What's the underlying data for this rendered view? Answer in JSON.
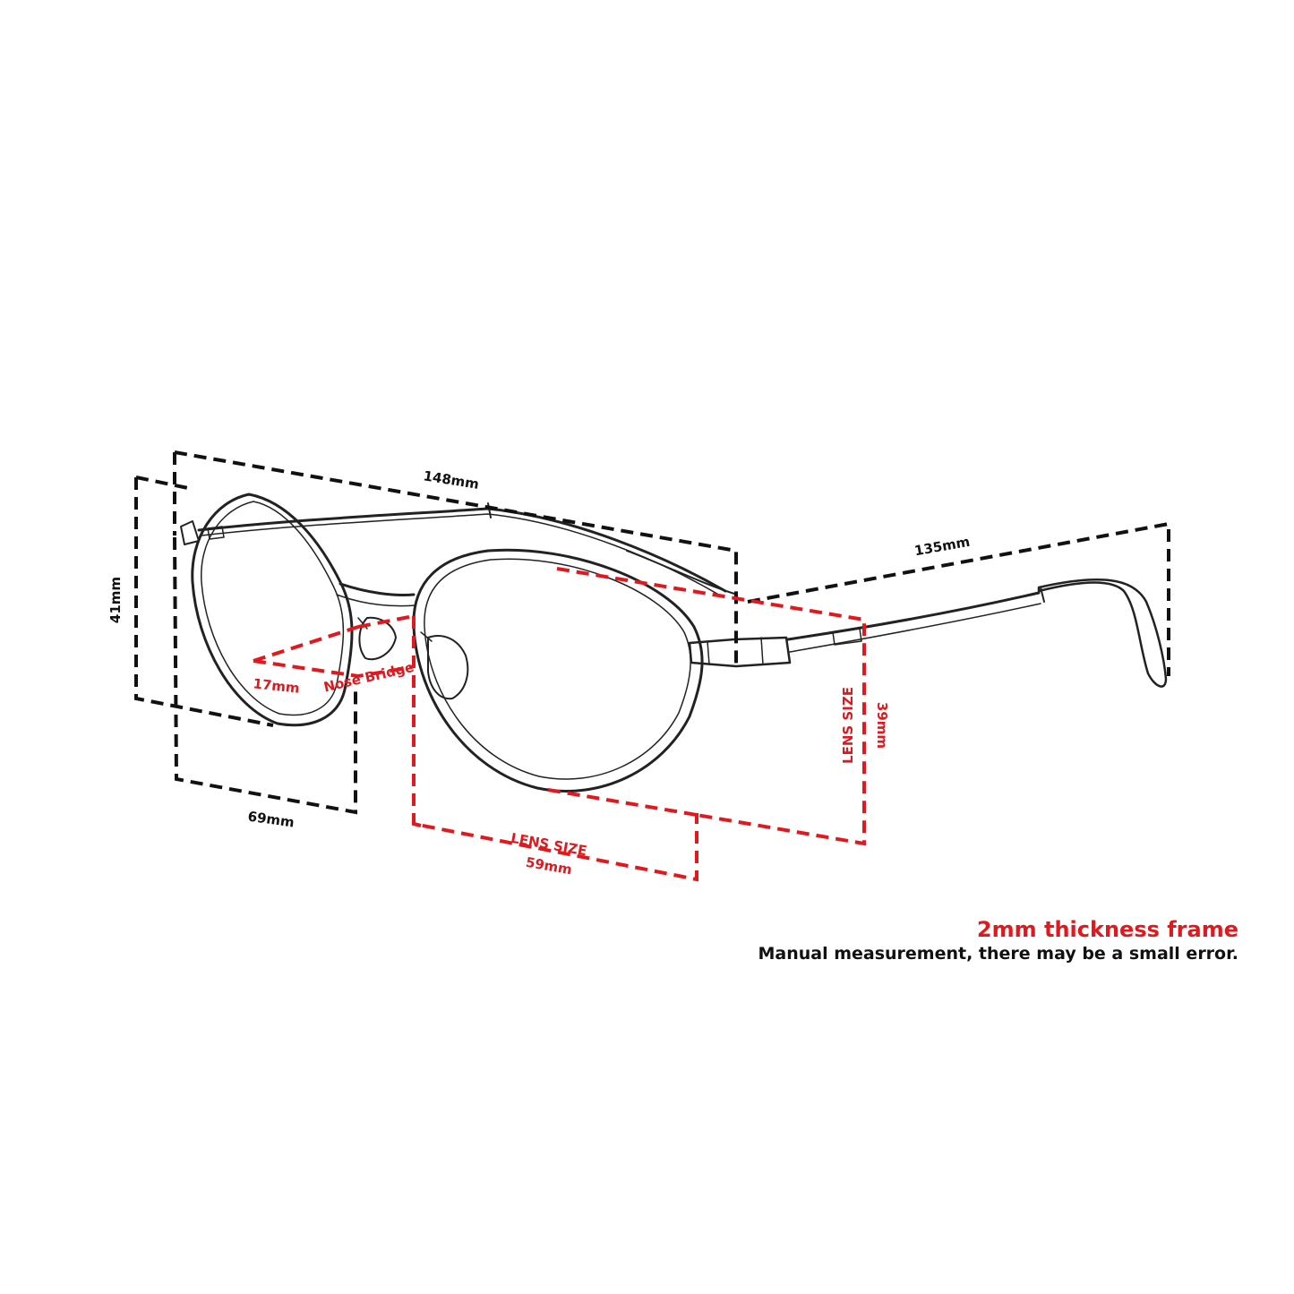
{
  "colors": {
    "measure_black": "#111111",
    "measure_red": "#e0191f",
    "frame_line": "#222222",
    "background": "#ffffff"
  },
  "dimensions": {
    "total_width": "148mm",
    "temple_length": "135mm",
    "frame_height": "41mm",
    "lens_width_label": "LENS SIZE",
    "lens_width": "59mm",
    "lens_height_label": "LENS SIZE",
    "lens_height": "39mm",
    "bridge": "17mm",
    "bridge_label": "Nose Bridge",
    "side_depth": "69mm"
  },
  "footer": {
    "title": "2mm thickness frame",
    "note": "Manual measurement, there may be a small error."
  }
}
